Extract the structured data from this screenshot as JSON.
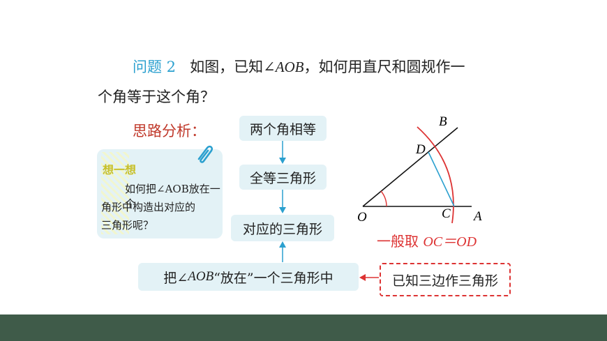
{
  "problem": {
    "tag": "问题 2",
    "line1_pre": "如图，已知",
    "angle_symbol": "∠",
    "angle_name": "AOB",
    "line1_post": "，如何用直尺和圆规作一",
    "line2": "个角等于这个角？"
  },
  "analysis": {
    "label": "思路分析："
  },
  "think_card": {
    "title": "想一想",
    "body_line1": "如何把∠AOB放在一个",
    "body_line2": "角形中构造出对应的",
    "body_line3": "三角形呢？"
  },
  "flow": {
    "step1": "两个角相等",
    "step2": "全等三角形",
    "step3": "对应的三角形",
    "final_pre": "把∠",
    "final_angle": "AOB",
    "final_post": "“放在”一个三角形中",
    "known": "已知三边作三角形"
  },
  "figure": {
    "labels": {
      "B": "B",
      "D": "D",
      "O": "O",
      "C": "C",
      "A": "A"
    },
    "note_pre": "一般取 ",
    "note_math": "OC＝OD"
  },
  "colors": {
    "accent_blue": "#2ba0cf",
    "accent_red": "#d33",
    "box_fill": "#e3f2f6",
    "bar": "#3f5b49"
  }
}
